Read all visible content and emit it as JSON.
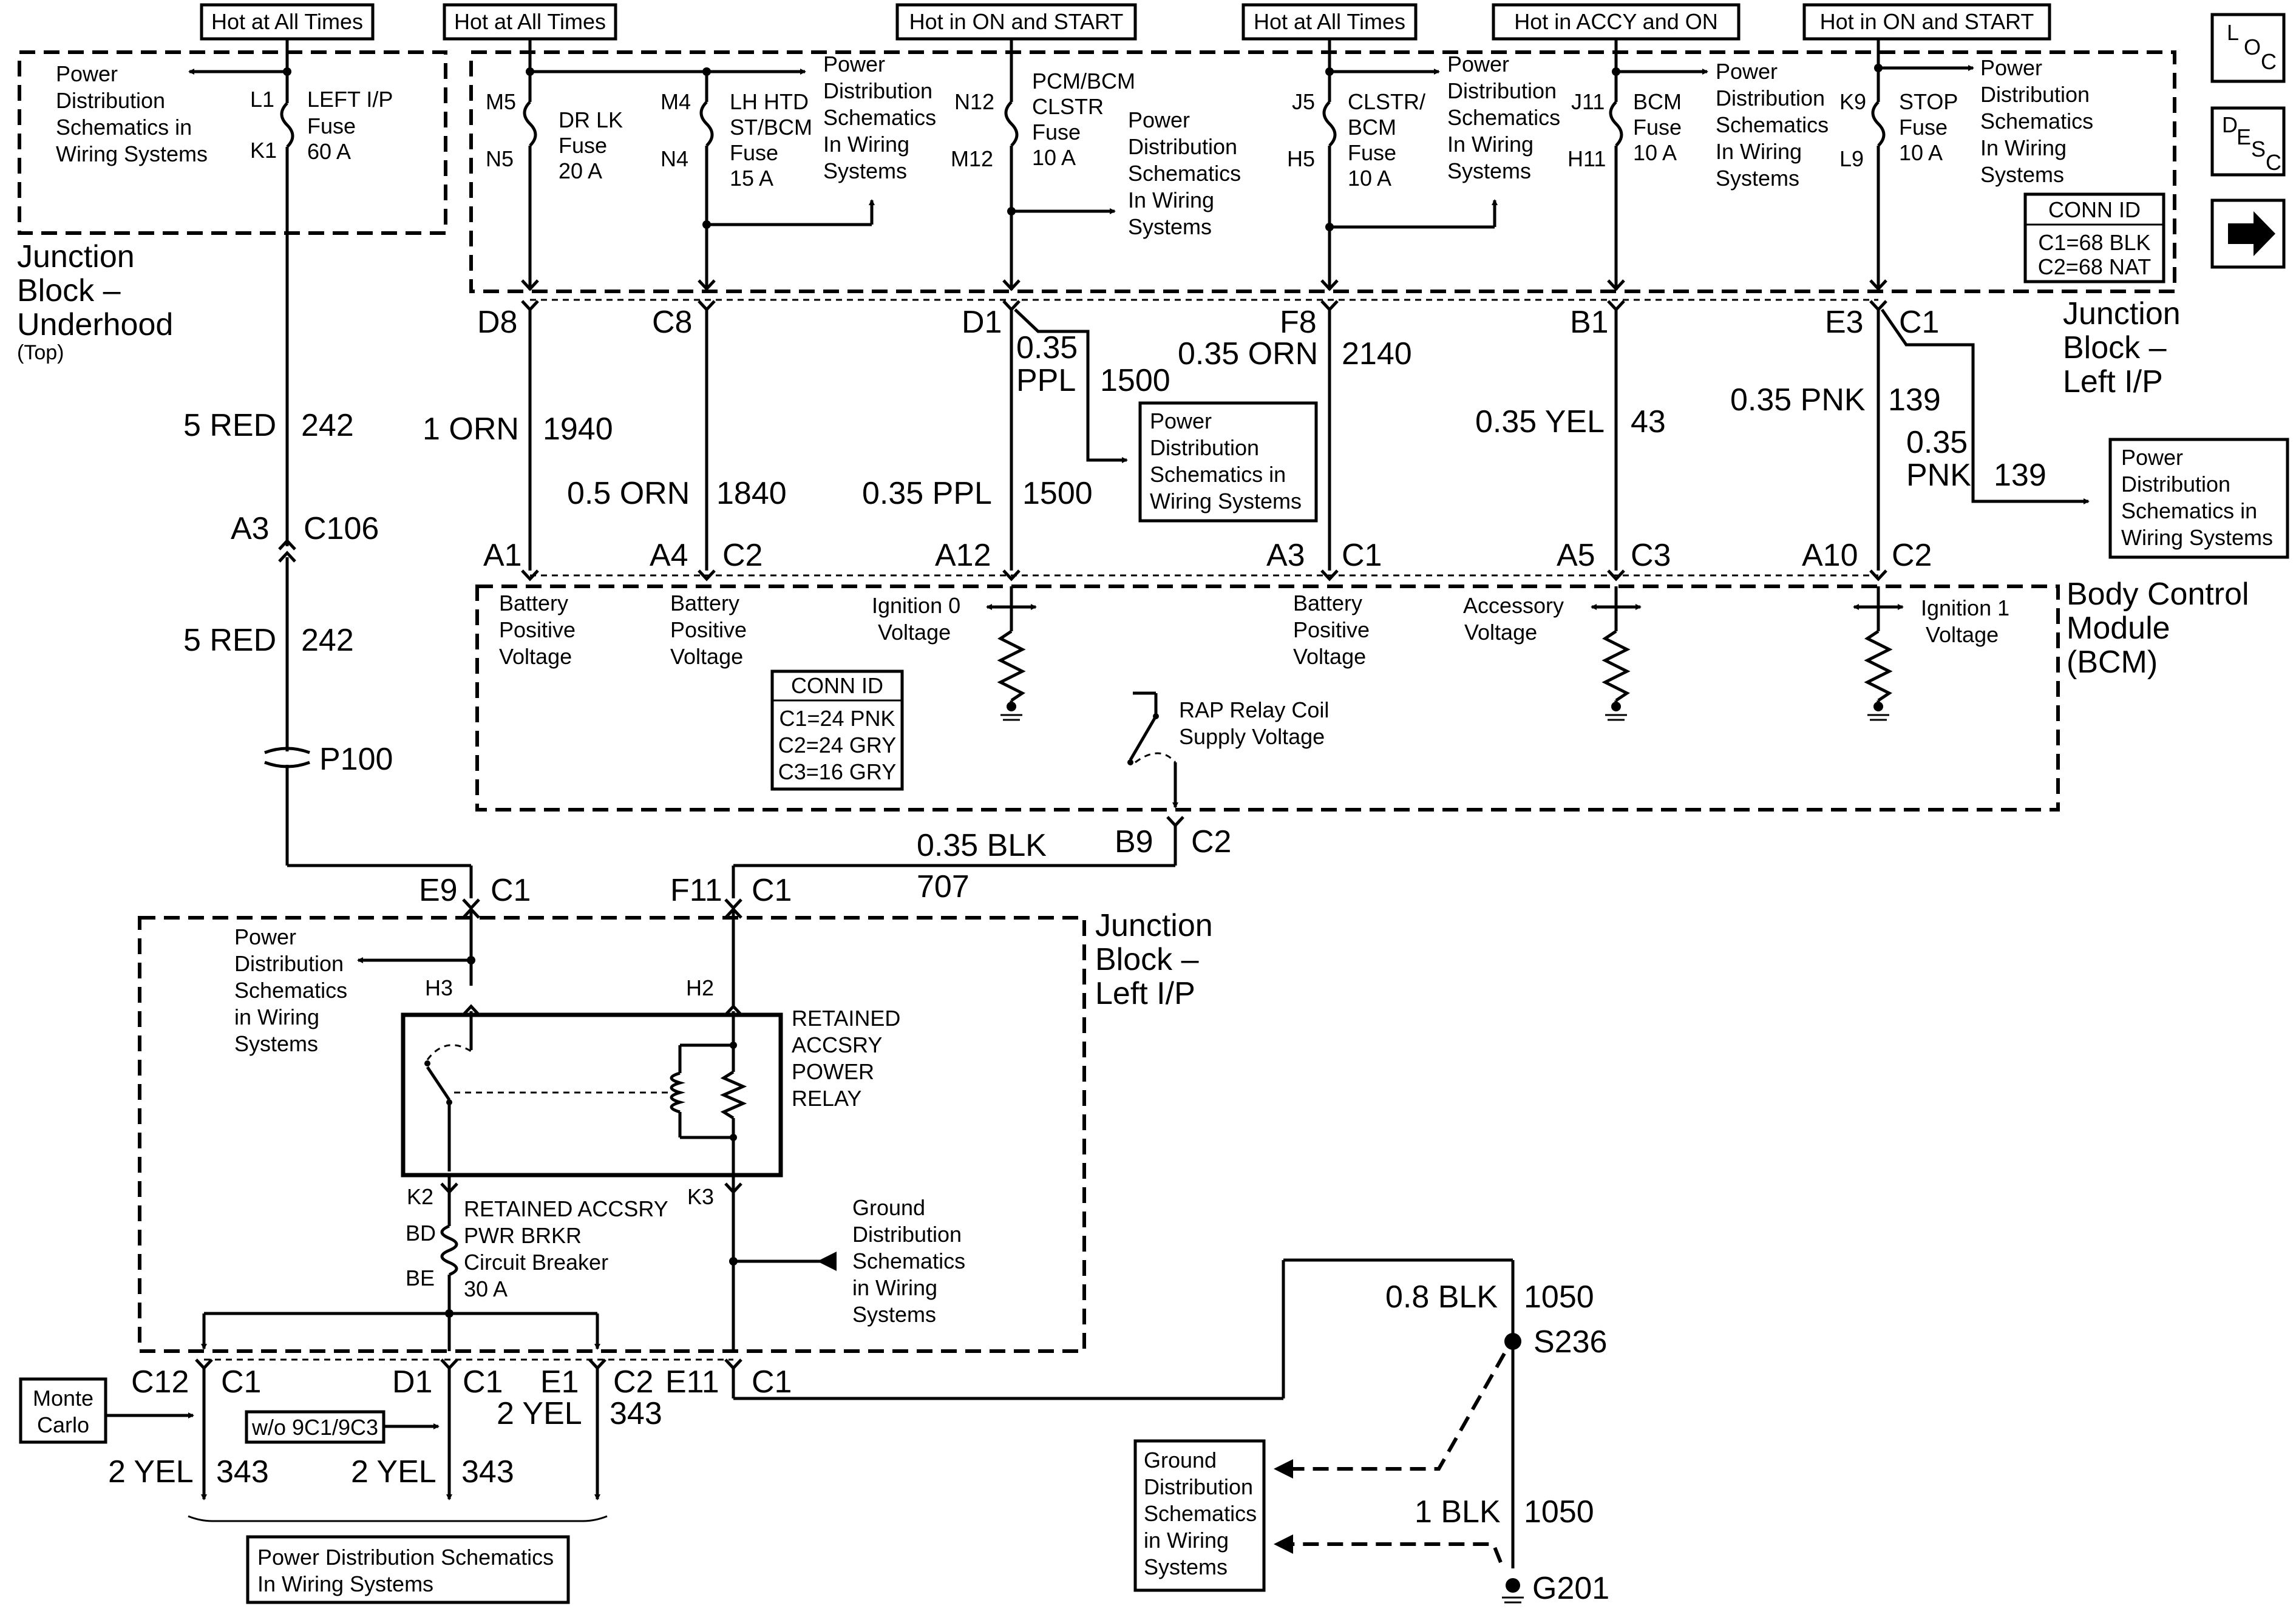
{
  "headers": [
    {
      "id": "h1",
      "text": "Hot at All Times"
    },
    {
      "id": "h2",
      "text": "Hot at All Times"
    },
    {
      "id": "h3",
      "text": "Hot in ON and START"
    },
    {
      "id": "h4",
      "text": "Hot at All Times"
    },
    {
      "id": "h5",
      "text": "Hot in ACCY and ON"
    },
    {
      "id": "h6",
      "text": "Hot in ON and START"
    }
  ],
  "nav": {
    "loc_l": "L",
    "loc_o": "O",
    "loc_c": "C",
    "desc_d": "D",
    "desc_e": "E",
    "desc_s": "S",
    "desc_c": "C",
    "arrow_icon": "right-arrow-icon"
  },
  "junction_underhood": {
    "label_line1": "Junction",
    "label_line2": "Block –",
    "label_line3": "Underhood",
    "label_line4": "(Top)",
    "pd_line1": "Power",
    "pd_line2": "Distribution",
    "pd_line3": "Schematics in",
    "pd_line4": "Wiring Systems",
    "pin_top": "L1",
    "pin_bot": "K1",
    "fuse_line1": "LEFT I/P",
    "fuse_line2": "Fuse",
    "fuse_line3": "60 A"
  },
  "jb_left_top": {
    "label_line1": "Junction",
    "label_line2": "Block –",
    "label_line3": "Left I/P",
    "conn_title": "CONN ID",
    "conn_c1": "C1=68 BLK",
    "conn_c2": "C2=68 NAT",
    "fuses": [
      {
        "pin_top": "M5",
        "pin_bot": "N5",
        "l1": "DR LK",
        "l2": "Fuse",
        "l3": "20 A"
      },
      {
        "pin_top": "M4",
        "pin_bot": "N4",
        "l1": "LH HTD",
        "l2": "ST/BCM",
        "l3": "Fuse",
        "l4": "15 A"
      },
      {
        "pin_top": "N12",
        "pin_bot": "M12",
        "l1": "PCM/BCM",
        "l2": "CLSTR",
        "l3": "Fuse",
        "l4": "10 A"
      },
      {
        "pin_top": "J5",
        "pin_bot": "H5",
        "l1": "CLSTR/",
        "l2": "BCM",
        "l3": "Fuse",
        "l4": "10 A"
      },
      {
        "pin_top": "J11",
        "pin_bot": "H11",
        "l1": "BCM",
        "l2": "Fuse",
        "l3": "10 A"
      },
      {
        "pin_top": "K9",
        "pin_bot": "L9",
        "l1": "STOP",
        "l2": "Fuse",
        "l3": "10 A"
      }
    ],
    "pd1": [
      "Power",
      "Distribution",
      "Schematics",
      "In Wiring",
      "Systems"
    ],
    "pd2": [
      "Power",
      "Distribution",
      "Schematics",
      "In Wiring",
      "Systems"
    ],
    "pd3": [
      "Power",
      "Distribution",
      "Schematics",
      "In Wiring",
      "Systems"
    ],
    "pd4": [
      "Power",
      "Distribution",
      "Schematics",
      "In Wiring",
      "Systems"
    ],
    "pd5": [
      "Power",
      "Distribution",
      "Schematics",
      "In Wiring",
      "Systems"
    ]
  },
  "connectors_top": {
    "d8": "D8",
    "c8": "C8",
    "d1": "D1",
    "f8": "F8",
    "b1": "B1",
    "e3": "E3",
    "c1": "C1"
  },
  "wires": {
    "w242_a_size": "5 RED",
    "w242_a_num": "242",
    "c106_pin": "A3",
    "c106_name": "C106",
    "w242_b_size": "5 RED",
    "w242_b_num": "242",
    "p100": "P100",
    "w1940_size": "1 ORN",
    "w1940_num": "1940",
    "w1840_size": "0.5 ORN",
    "w1840_num": "1840",
    "w1500a_size1": "0.35",
    "w1500a_size2": "PPL",
    "w1500a_num": "1500",
    "w1500b_size": "0.35 PPL",
    "w1500b_num": "1500",
    "w2140_size": "0.35 ORN",
    "w2140_num": "2140",
    "w43_size": "0.35 YEL",
    "w43_num": "43",
    "w139a_size": "0.35 PNK",
    "w139a_num": "139",
    "w139b_size1": "0.35",
    "w139b_size2": "PNK",
    "w139b_num": "139",
    "w707_size": "0.35 BLK",
    "w707_num": "707",
    "w1050a_size": "0.8 BLK",
    "w1050a_num": "1050",
    "w1050b_size": "1 BLK",
    "w1050b_num": "1050",
    "s236": "S236",
    "g201": "G201"
  },
  "pd_box_1500": [
    "Power",
    "Distribution",
    "Schematics in",
    "Wiring Systems"
  ],
  "pd_box_139": [
    "Power",
    "Distribution",
    "Schematics in",
    "Wiring Systems"
  ],
  "bcm": {
    "label_line1": "Body Control",
    "label_line2": "Module",
    "label_line3": "(BCM)",
    "pin_a1": "A1",
    "pin_a4": "A4",
    "pin_c2a": "C2",
    "pin_a12": "A12",
    "pin_a3": "A3",
    "pin_c1a": "C1",
    "pin_a5": "A5",
    "pin_c3": "C3",
    "pin_a10": "A10",
    "pin_c2b": "C2",
    "bpv1": [
      "Battery",
      "Positive",
      "Voltage"
    ],
    "bpv2": [
      "Battery",
      "Positive",
      "Voltage"
    ],
    "ign0": [
      "Ignition 0",
      "Voltage"
    ],
    "bpv3": [
      "Battery",
      "Positive",
      "Voltage"
    ],
    "accv": [
      "Accessory",
      "Voltage"
    ],
    "ign1": [
      "Ignition 1",
      "Voltage"
    ],
    "rap": [
      "RAP Relay Coil",
      "Supply Voltage"
    ],
    "conn_title": "CONN ID",
    "conn_c1": "C1=24 PNK",
    "conn_c2": "C2=24 GRY",
    "conn_c3": "C3=16 GRY",
    "pin_b9": "B9",
    "pin_b9c": "C2"
  },
  "jb_left_bottom": {
    "label_line1": "Junction",
    "label_line2": "Block –",
    "label_line3": "Left I/P",
    "e9": "E9",
    "e9c": "C1",
    "f11": "F11",
    "f11c": "C1",
    "h3": "H3",
    "h2": "H2",
    "k2": "K2",
    "k3": "K3",
    "bd": "BD",
    "be": "BE",
    "pd": [
      "Power",
      "Distribution",
      "Schematics",
      "in Wiring",
      "Systems"
    ],
    "relay": [
      "RETAINED",
      "ACCSRY",
      "POWER",
      "RELAY"
    ],
    "breaker": [
      "RETAINED ACCSRY",
      "PWR BRKR",
      "Circuit Breaker",
      "30 A"
    ],
    "gd": [
      "Ground",
      "Distribution",
      "Schematics",
      "in Wiring",
      "Systems"
    ]
  },
  "bottom": {
    "c12": "C12",
    "c12c": "C1",
    "d1": "D1",
    "d1c": "C1",
    "e1": "E1",
    "e1c": "C2",
    "e11": "E11",
    "e11c": "C1",
    "monte1": "Monte",
    "monte2": "Carlo",
    "wo": "w/o 9C1/9C3",
    "w343a_size": "2 YEL",
    "w343a_num": "343",
    "w343b_size": "2 YEL",
    "w343b_num": "343",
    "w343c_size": "2 YEL",
    "w343c_num": "343",
    "pd_line1": "Power Distribution Schematics",
    "pd_line2": "In Wiring Systems",
    "gd": [
      "Ground",
      "Distribution",
      "Schematics",
      "in Wiring",
      "Systems"
    ]
  }
}
